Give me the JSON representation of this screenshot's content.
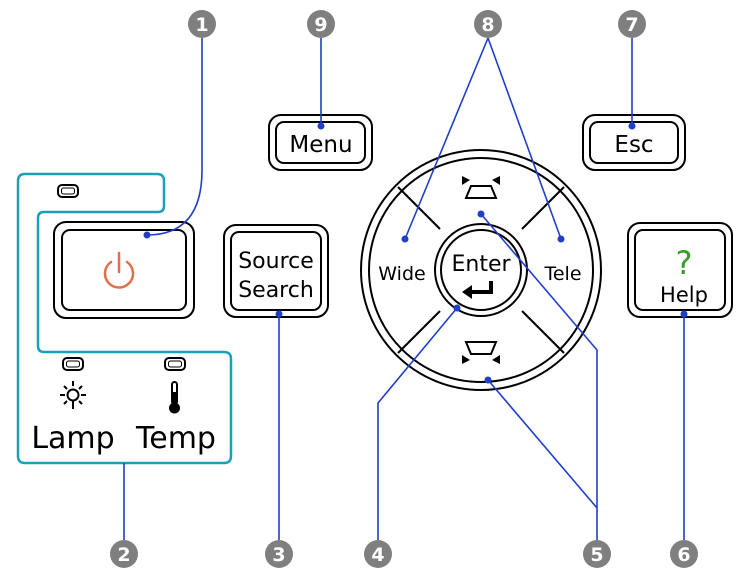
{
  "colors": {
    "outline": "#000000",
    "leader": "#1f3fc8",
    "leader_dot": "#1f3fc8",
    "teal_frame": "#1aa1b8",
    "callout_fill": "#7f7f7f",
    "callout_text": "#ffffff",
    "power_icon": "#e0704a",
    "help_icon": "#3a9a2c"
  },
  "callouts": [
    "1",
    "2",
    "3",
    "4",
    "5",
    "6",
    "7",
    "8",
    "9"
  ],
  "buttons": {
    "menu": "Menu",
    "esc": "Esc",
    "source_line1": "Source",
    "source_line2": "Search",
    "enter": "Enter",
    "wide": "Wide",
    "tele": "Tele",
    "help": "Help",
    "help_symbol": "?"
  },
  "indicators": {
    "lamp": "Lamp",
    "temp": "Temp"
  },
  "icons": {
    "power": "power-icon",
    "enter": "enter-return-arrow-icon",
    "keystone_up": "keystone-up-icon",
    "keystone_down": "keystone-down-icon",
    "lamp": "lamp-light-icon",
    "temp": "thermometer-icon",
    "indicator": "indicator-led-icon"
  }
}
